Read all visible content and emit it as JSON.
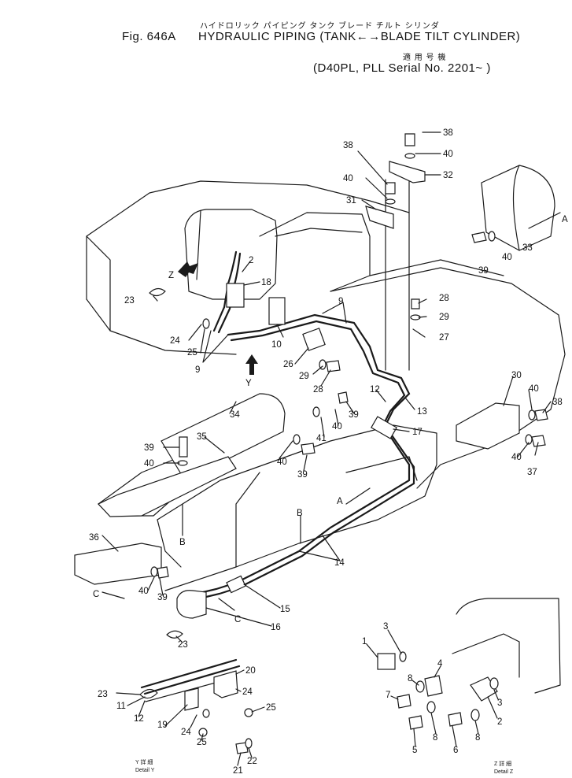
{
  "header": {
    "jp_title": "ハイドロリック パイピング タンク ブレード チルト シリンダ",
    "fig_no": "Fig. 646A",
    "title": "HYDRAULIC PIPING (TANK←→BLADE TILT CYLINDER)",
    "jp_applicable": "適 用 号 機",
    "serial": "(D40PL, PLL  Serial No. 2201~ )"
  },
  "view_markers": [
    "A",
    "B",
    "C",
    "Y",
    "Z"
  ],
  "callouts": [
    "1",
    "2",
    "3",
    "4",
    "5",
    "6",
    "7",
    "8",
    "9",
    "10",
    "11",
    "12",
    "13",
    "14",
    "15",
    "16",
    "17",
    "18",
    "19",
    "20",
    "21",
    "22",
    "23",
    "24",
    "25",
    "26",
    "27",
    "28",
    "29",
    "30",
    "31",
    "32",
    "33",
    "34",
    "35",
    "36",
    "37",
    "38",
    "39",
    "40",
    "41"
  ],
  "details": {
    "y_jp": "Y 詳 細",
    "y_label": "Detail Y",
    "z_jp": "Z 詳 細",
    "z_label": "Detail Z"
  }
}
